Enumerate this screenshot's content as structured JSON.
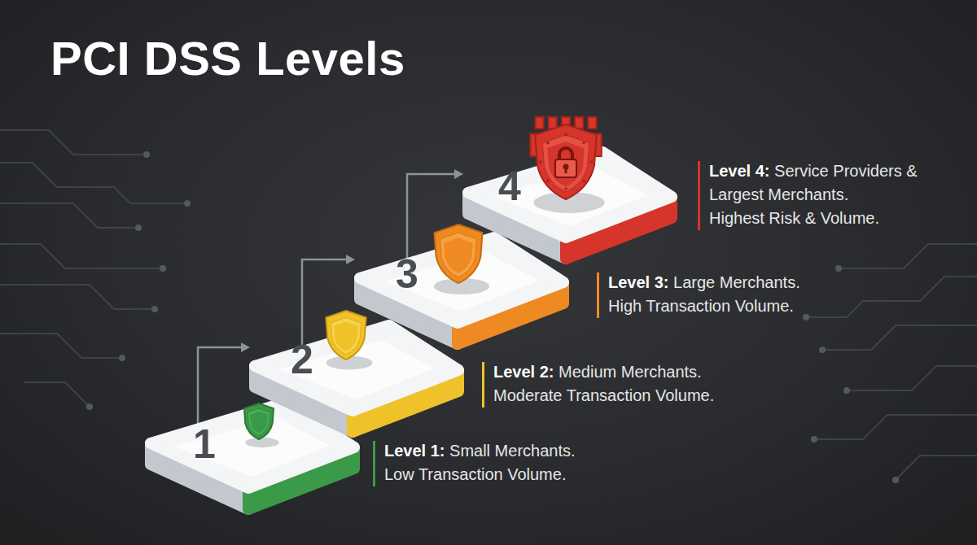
{
  "diagram": {
    "title": "PCI DSS Levels",
    "nodes": [
      {
        "text": [
          "1"
        ]
      },
      {
        "text": [
          "2"
        ]
      },
      {
        "text": [
          "3"
        ]
      },
      {
        "text": [
          "4"
        ]
      }
    ],
    "edges": [
      {
        "from": 0,
        "to": 1,
        "arrow": "to"
      },
      {
        "from": 1,
        "to": 2,
        "arrow": "to"
      },
      {
        "from": 2,
        "to": 3,
        "arrow": "to"
      }
    ],
    "labels": [
      "Level 1:",
      "Small Merchants.",
      "Low Transaction Volume.",
      "Level 2:",
      "Medium Merchants.",
      "Moderate Transaction Volume.",
      "Level 3:",
      "Large Merchants.",
      "High Transaction Volume.",
      "Level 4:",
      "Service Providers & Largest Merchants.",
      "Highest Risk & Volume."
    ]
  }
}
